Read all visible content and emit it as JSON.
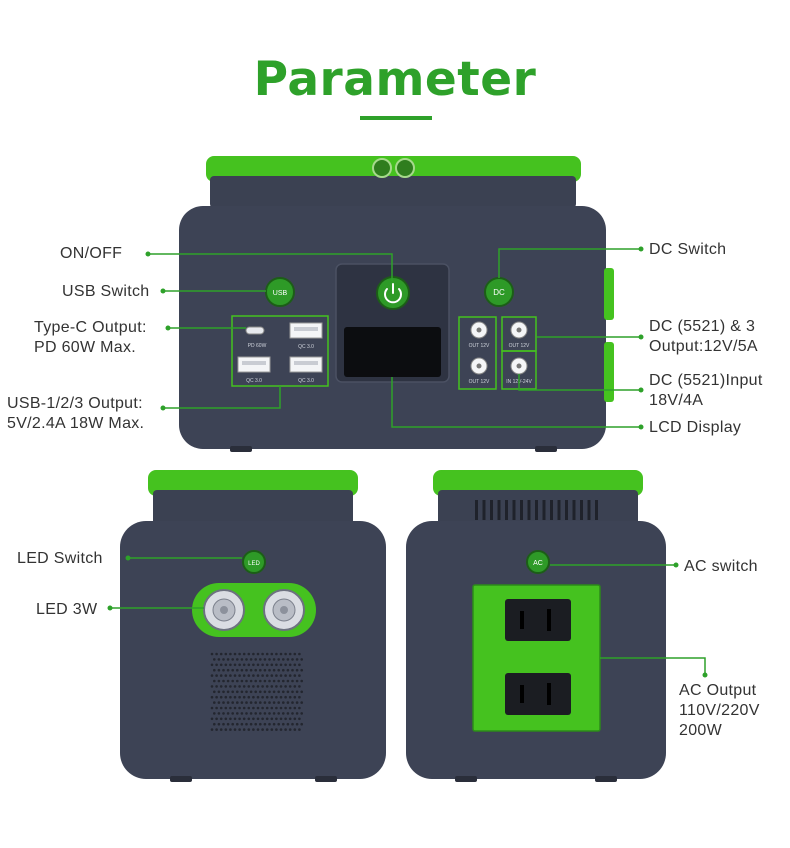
{
  "title": "Parameter",
  "colors": {
    "accent": "#2ea12a",
    "body": "#3d4355",
    "lime": "#45c21f"
  },
  "front": {
    "usb_button": "USB",
    "dc_button": "DC",
    "pd_port": "PD 60W",
    "qc_ports": [
      "QC 3.0",
      "QC 3.0",
      "QC 3.0"
    ],
    "dc_ports": [
      "OUT 12V",
      "OUT 12V",
      "OUT 12V",
      "IN 12V-24V"
    ]
  },
  "side": {
    "led_button": "LED"
  },
  "back": {
    "ac_button": "AC"
  },
  "labels": {
    "on_off": "ON/OFF",
    "usb_switch": "USB Switch",
    "type_c": "Type-C Output:\nPD 60W Max.",
    "usb_output": "USB-1/2/3 Output:\n5V/2.4A 18W Max.",
    "dc_switch": "DC Switch",
    "dc5521_out": "DC (5521) & 3\nOutput:12V/5A",
    "dc5521_in": "DC (5521)Input\n18V/4A",
    "lcd": "LCD Display",
    "led_switch": "LED Switch",
    "led_3w": "LED 3W",
    "ac_switch": "AC switch",
    "ac_output": "AC Output\n110V/220V\n200W"
  }
}
